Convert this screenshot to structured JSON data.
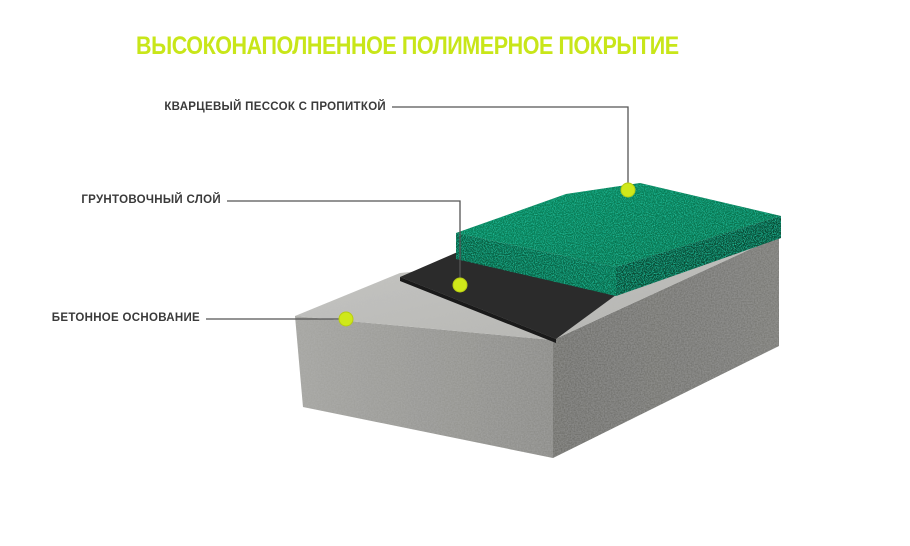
{
  "title": "ВЫСОКОНАПОЛНЕННОЕ  ПОЛИМЕРНОЕ ПОКРЫТИЕ",
  "layers": [
    {
      "id": "quartz",
      "label": "КВАРЦЕВЫЙ ПЕССОК С ПРОПИТКОЙ"
    },
    {
      "id": "primer",
      "label": "ГРУНТОВОЧНЫЙ СЛОЙ"
    },
    {
      "id": "concrete",
      "label": "БЕТОННОЕ ОСНОВАНИЕ"
    }
  ],
  "colors": {
    "title": "#c8e619",
    "marker": "#cfe81a",
    "leader_line": "#555555",
    "concrete": "#b8b8b4",
    "primer": "#2c2c2c",
    "quartz": "#0e7d57"
  }
}
